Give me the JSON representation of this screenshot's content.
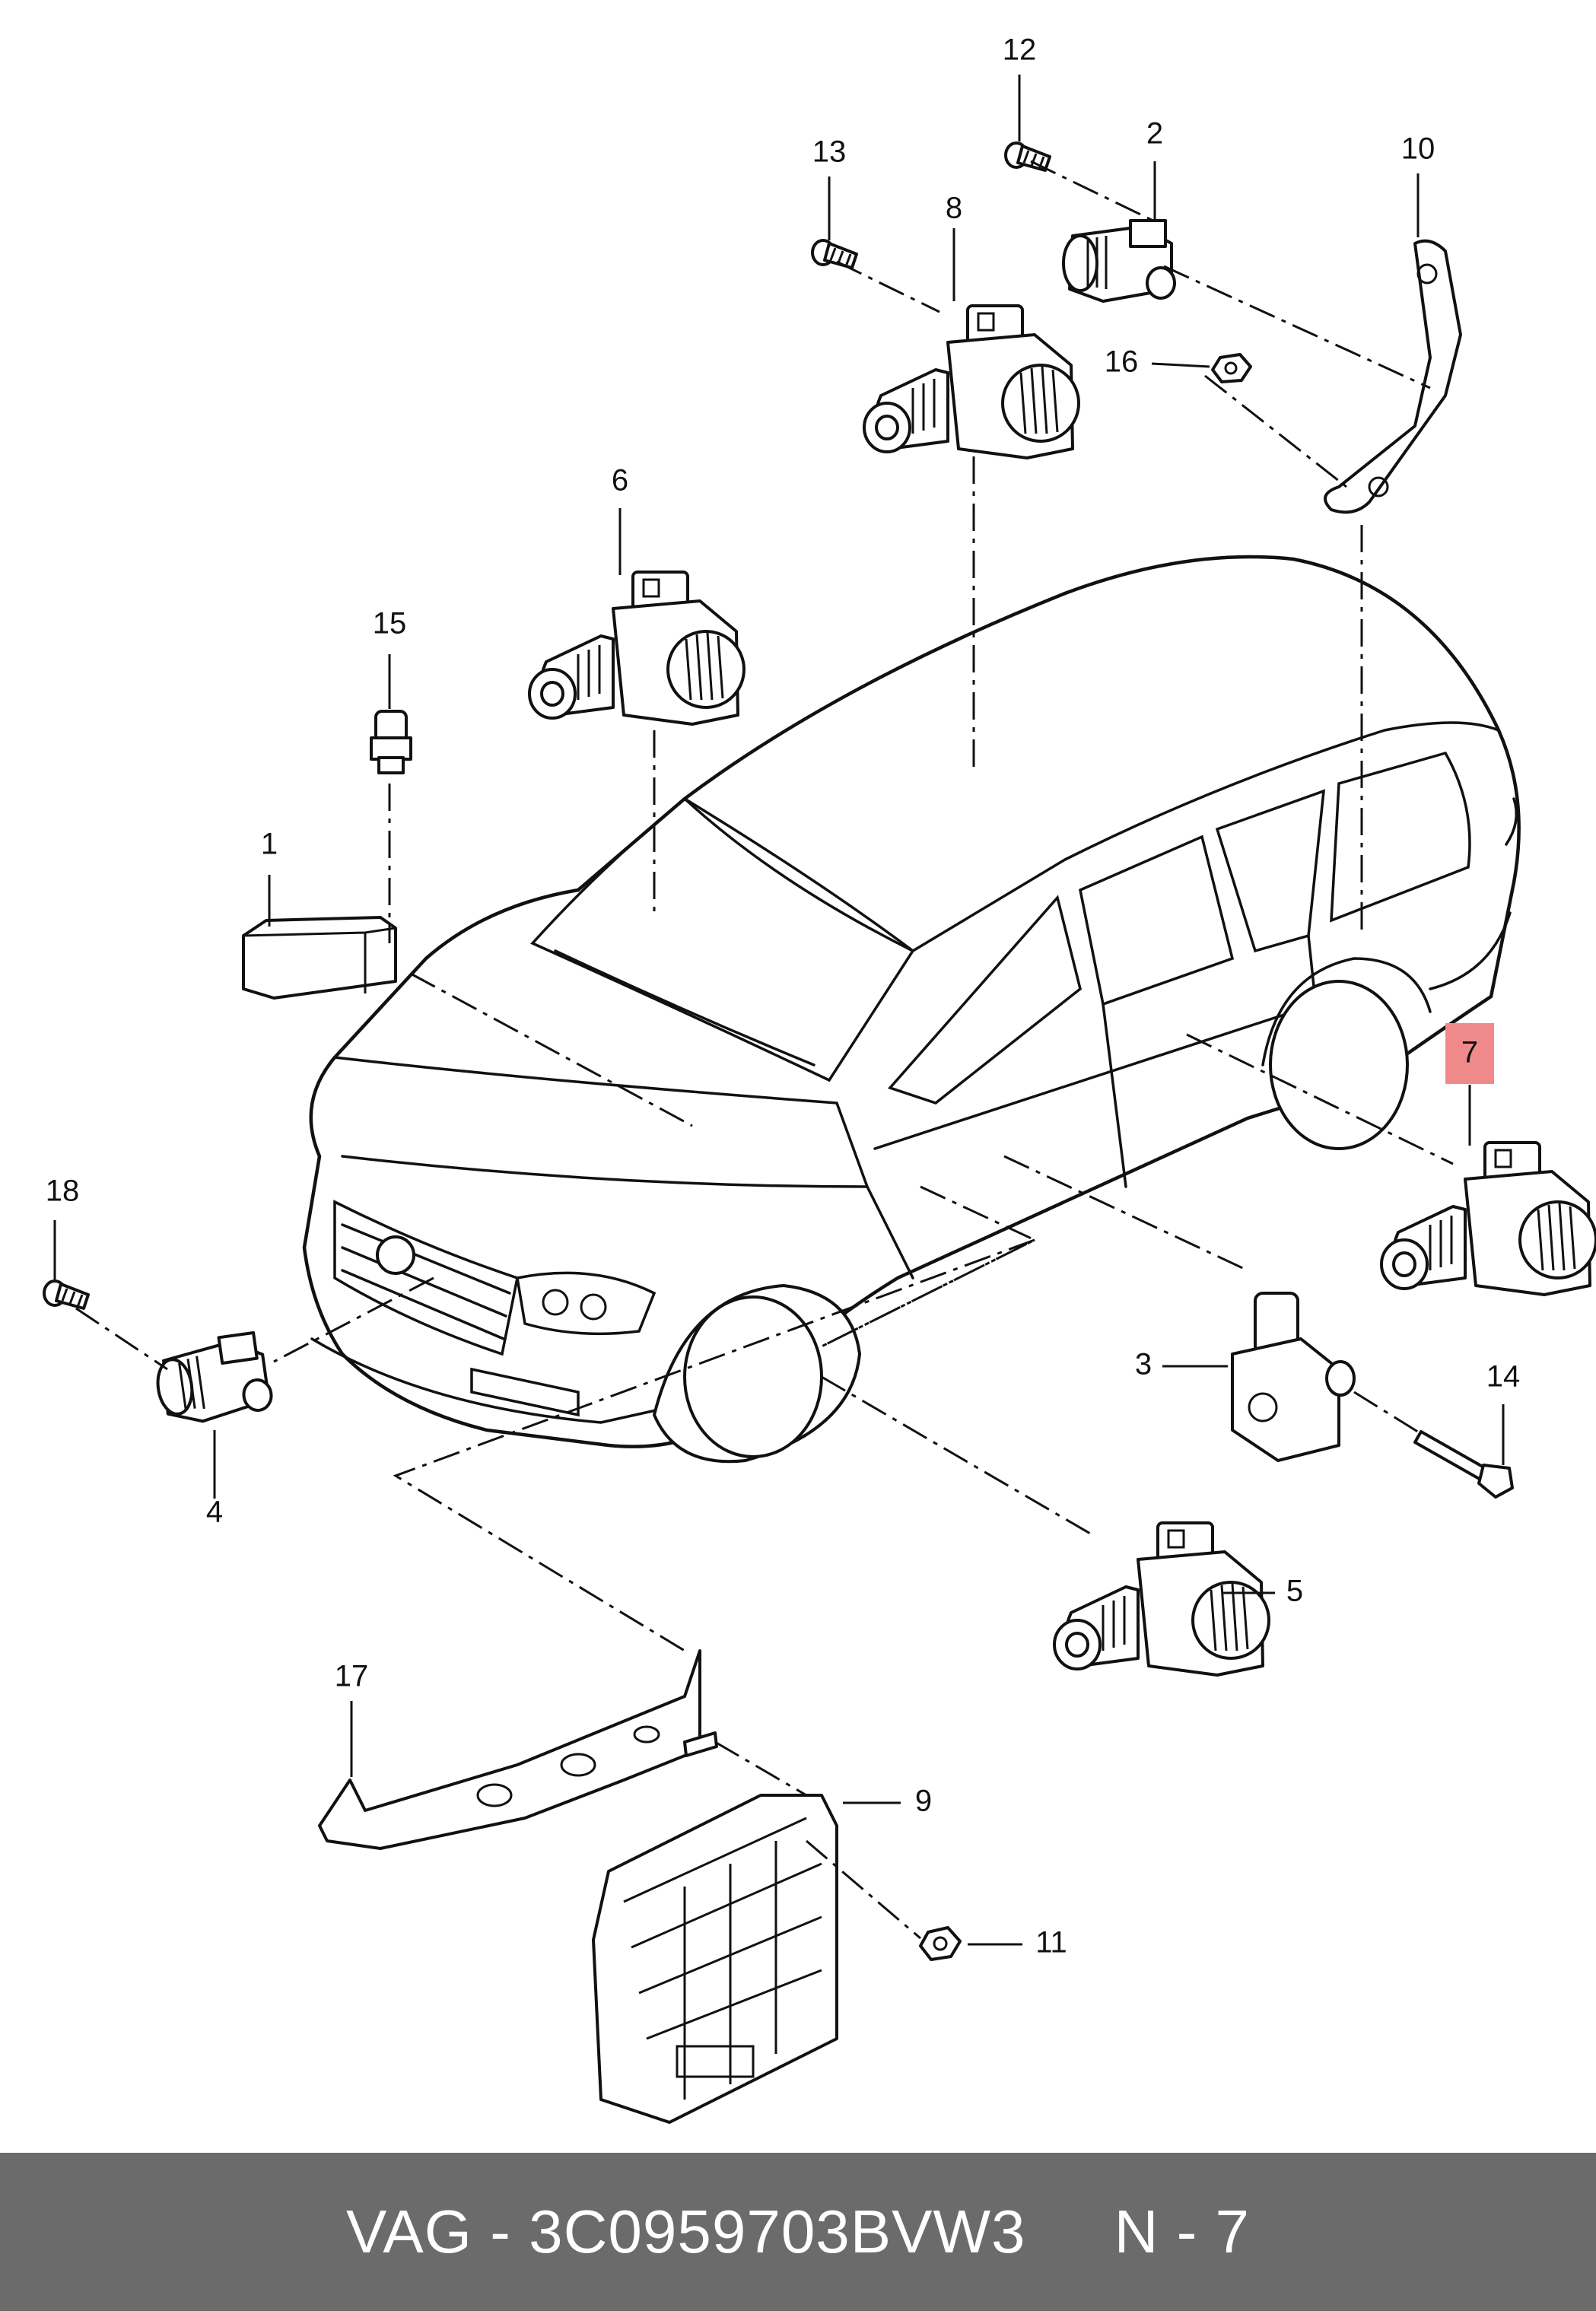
{
  "callouts": [
    {
      "id": "1",
      "label": "1"
    },
    {
      "id": "2",
      "label": "2"
    },
    {
      "id": "3",
      "label": "3"
    },
    {
      "id": "4",
      "label": "4"
    },
    {
      "id": "5",
      "label": "5"
    },
    {
      "id": "6",
      "label": "6"
    },
    {
      "id": "7",
      "label": "7",
      "highlighted": true
    },
    {
      "id": "8",
      "label": "8"
    },
    {
      "id": "9",
      "label": "9"
    },
    {
      "id": "10",
      "label": "10"
    },
    {
      "id": "11",
      "label": "11"
    },
    {
      "id": "12",
      "label": "12"
    },
    {
      "id": "13",
      "label": "13"
    },
    {
      "id": "14",
      "label": "14"
    },
    {
      "id": "15",
      "label": "15"
    },
    {
      "id": "16",
      "label": "16"
    },
    {
      "id": "17",
      "label": "17"
    },
    {
      "id": "18",
      "label": "18"
    }
  ],
  "highlight_color": "#f08a8a",
  "footer": {
    "text": "VAG - 3C0959703BVW3     N - 7",
    "background": "#6b6b6b",
    "color": "#ffffff"
  }
}
